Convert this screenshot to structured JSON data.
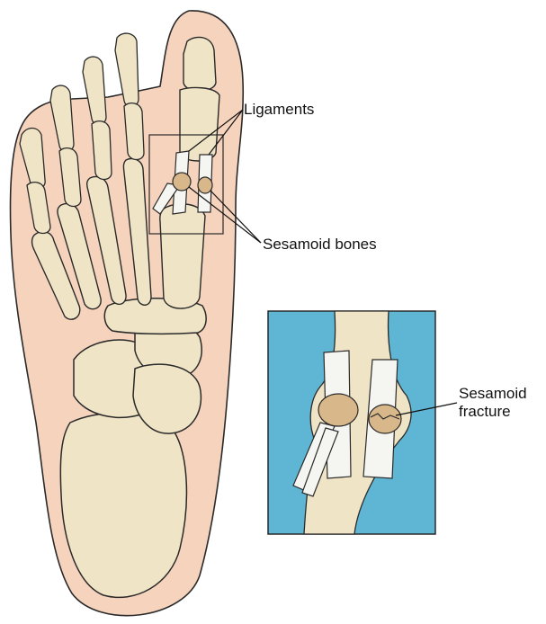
{
  "labels": {
    "ligaments": "Ligaments",
    "sesamoid_bones": "Sesamoid bones",
    "fracture_line1": "Sesamoid",
    "fracture_line2": "fracture"
  },
  "colors": {
    "skin": "#f6d3bd",
    "bone": "#f0e4c6",
    "bone_outline": "#2a2a2a",
    "sesamoid": "#d8b78a",
    "ligament": "#f5f5f2",
    "inset_background": "#5fb6d4",
    "leader_line": "#111111"
  }
}
